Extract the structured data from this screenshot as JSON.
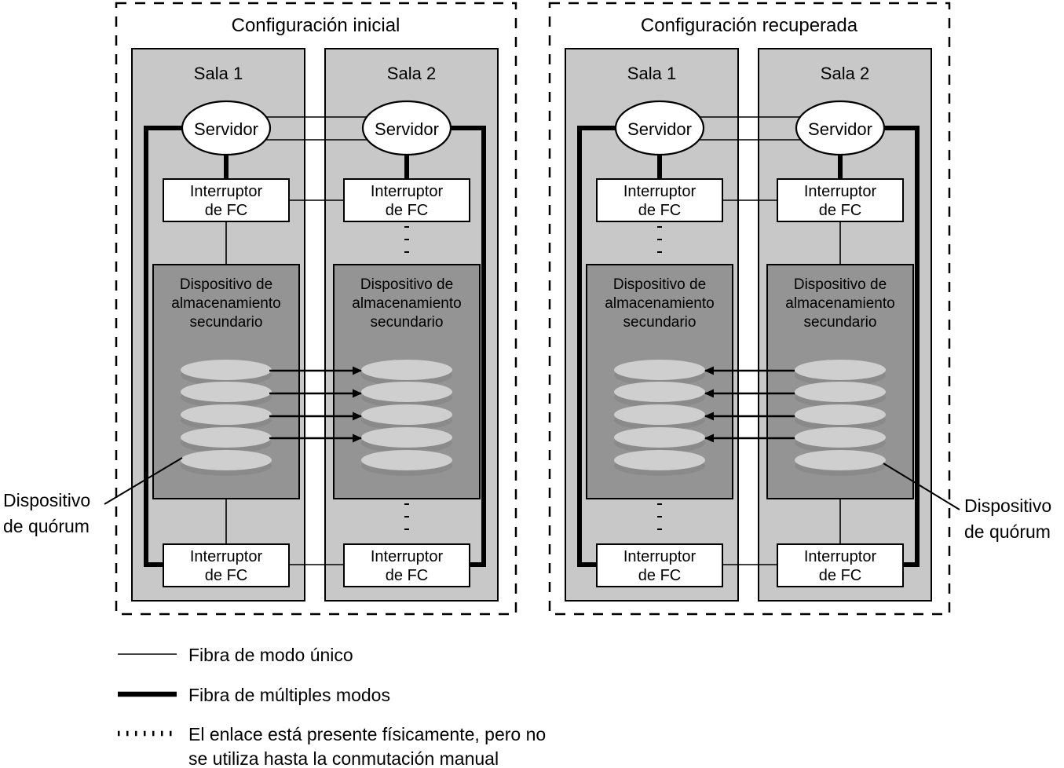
{
  "diagram": {
    "title_left": "Configuración inicial",
    "title_right": "Configuración recuperada",
    "panels": [
      {
        "id": "initial",
        "title": "Configuración inicial",
        "rooms": [
          {
            "label": "Sala 1",
            "server": "Servidor",
            "switch_top": "Interruptor de FC",
            "switch_bottom": "Interruptor de FC",
            "storage": "Dispositivo de almacenamiento secundario",
            "disk_count": 5,
            "top_link_style": "solid",
            "bottom_link_style": "solid"
          },
          {
            "label": "Sala 2",
            "server": "Servidor",
            "switch_top": "Interruptor de FC",
            "switch_bottom": "Interruptor de FC",
            "storage": "Dispositivo de almacenamiento secundario",
            "disk_count": 5,
            "top_link_style": "dotted",
            "bottom_link_style": "dotted"
          }
        ],
        "replication_direction": "right",
        "replication_arrow_count": 4,
        "quorum_label": "Dispositivo de quórum",
        "quorum_side": "left"
      },
      {
        "id": "recovered",
        "title": "Configuración recuperada",
        "rooms": [
          {
            "label": "Sala 1",
            "server": "Servidor",
            "switch_top": "Interruptor de FC",
            "switch_bottom": "Interruptor de FC",
            "storage": "Dispositivo de almacenamiento secundario",
            "disk_count": 5,
            "top_link_style": "dotted",
            "bottom_link_style": "dotted"
          },
          {
            "label": "Sala 2",
            "server": "Servidor",
            "switch_top": "Interruptor de FC",
            "switch_bottom": "Interruptor de FC",
            "storage": "Dispositivo de almacenamiento secundario",
            "disk_count": 5,
            "top_link_style": "solid",
            "bottom_link_style": "solid"
          }
        ],
        "replication_direction": "left",
        "replication_arrow_count": 4,
        "quorum_label": "Dispositivo de quórum",
        "quorum_side": "right"
      }
    ],
    "labels": {
      "sala_1": "Sala 1",
      "sala_2": "Sala 2",
      "servidor": "Servidor",
      "switch_line1": "Interruptor",
      "switch_line2": "de FC",
      "storage_line1": "Dispositivo de",
      "storage_line2": "almacenamiento",
      "storage_line3": "secundario",
      "quorum_line1": "Dispositivo",
      "quorum_line2": "de quórum",
      "quorum_line1_right": "Dispositivo",
      "quorum_line2_right": "de quórum"
    },
    "legend": [
      {
        "style": "thin-solid",
        "label": "Fibra de modo único"
      },
      {
        "style": "thick-solid",
        "label": "Fibra de múltiples modos"
      },
      {
        "style": "dotted",
        "label_line1": "El enlace está presente físicamente, pero no",
        "label_line2": "se utiliza hasta la conmutación manual"
      }
    ],
    "legend_items": {
      "single_mode": "Fibra de modo único",
      "multi_mode": "Fibra de múltiples modos",
      "dotted_line1": "El enlace está presente físicamente, pero no",
      "dotted_line2": "se utiliza hasta la conmutación manual"
    },
    "colors": {
      "room_fill": "#c8c8c8",
      "storage_fill": "#949494",
      "disk_top": "#cfcfcf",
      "disk_side": "#8a8a8a",
      "stroke": "#000000",
      "white": "#ffffff"
    }
  }
}
